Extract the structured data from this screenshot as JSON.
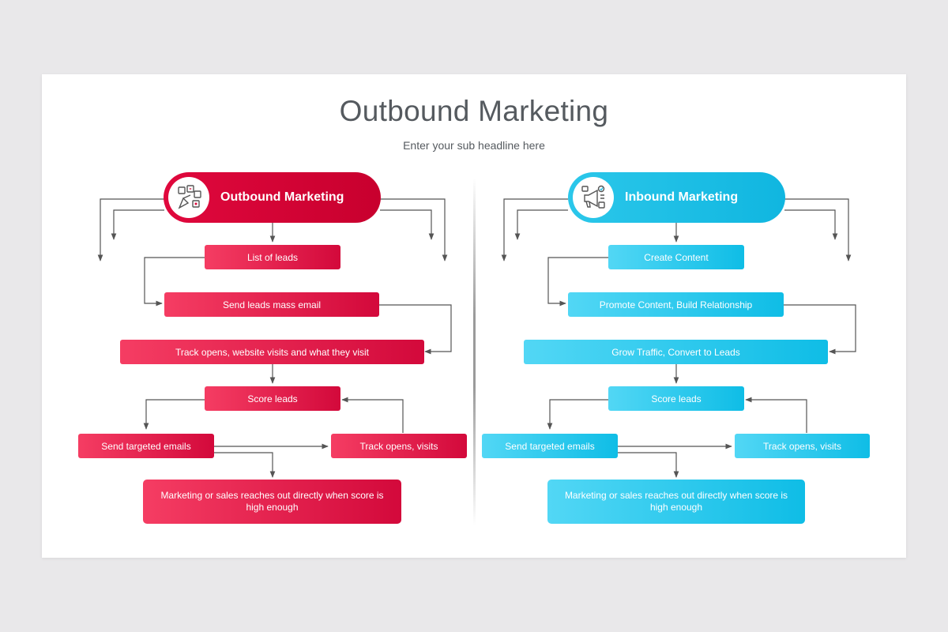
{
  "title": "Outbound Marketing",
  "subtitle": "Enter your sub headline here",
  "colors": {
    "outbound": "#d90a3b",
    "inbound": "#14bce4",
    "connector": "#555555",
    "background": "#e9e8ea"
  },
  "outbound": {
    "header": "Outbound Marketing",
    "icon": "marketing-channels-icon",
    "steps": {
      "list_leads": "List of leads",
      "send_mass_email": "Send leads mass email",
      "track_visits": "Track opens, website visits and what they visit",
      "score_leads": "Score leads",
      "send_targeted": "Send targeted emails",
      "track_opens": "Track opens, visits",
      "reach_out": "Marketing or sales reaches out directly when score is high enough"
    }
  },
  "inbound": {
    "header": "Inbound Marketing",
    "icon": "megaphone-icon",
    "steps": {
      "create_content": "Create Content",
      "promote_content": "Promote Content, Build Relationship",
      "grow_traffic": "Grow Traffic, Convert to Leads",
      "score_leads": "Score leads",
      "send_targeted": "Send targeted emails",
      "track_opens": "Track opens, visits",
      "reach_out": "Marketing or sales reaches out directly when score is high enough"
    }
  }
}
